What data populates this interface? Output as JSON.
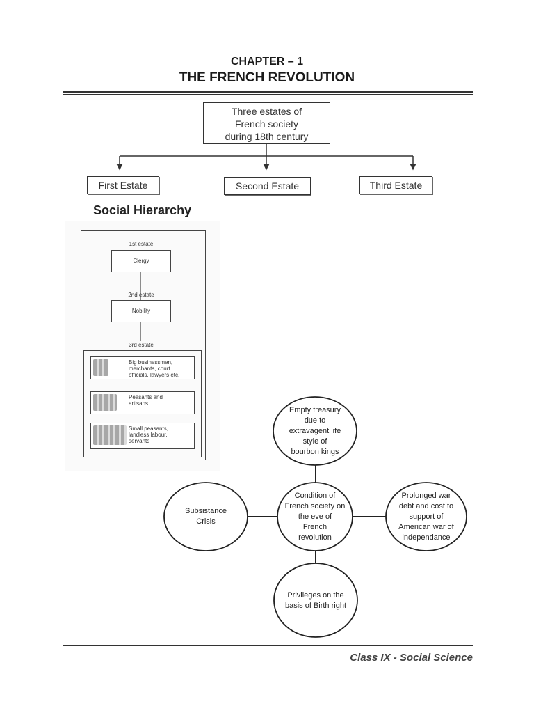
{
  "header": {
    "chapter": "CHAPTER – 1",
    "title": "THE FRENCH REVOLUTION"
  },
  "estates_chart": {
    "root": "Three estates of\nFrench society\nduring 18th century",
    "children": [
      "First Estate",
      "Second Estate",
      "Third Estate"
    ]
  },
  "social_hierarchy": {
    "heading": "Social Hierarchy",
    "first_caption": "1st estate",
    "first_box": "Clergy",
    "second_caption": "2nd estate",
    "second_box": "Nobility",
    "third_caption": "3rd estate",
    "groups": [
      "Big businessmen,\nmerchants, court\nofficials, lawyers etc.",
      "Peasants and\nartisans",
      "Small peasants,\nlandless labour,\nservants"
    ]
  },
  "condition_diagram": {
    "center": "Condition of\nFrench society on\nthe eve of\nFrench\nrevolution",
    "top": "Empty treasury\ndue to\nextravagent life\nstyle of\nbourbon kings",
    "left": "Subsistance\nCrisis",
    "right": "Prolonged war\ndebt and cost to\nsupport of\nAmerican war of\nindependance",
    "bottom": "Privileges on the\nbasis of Birth right"
  },
  "footer": {
    "text": "Class IX - Social Science"
  }
}
